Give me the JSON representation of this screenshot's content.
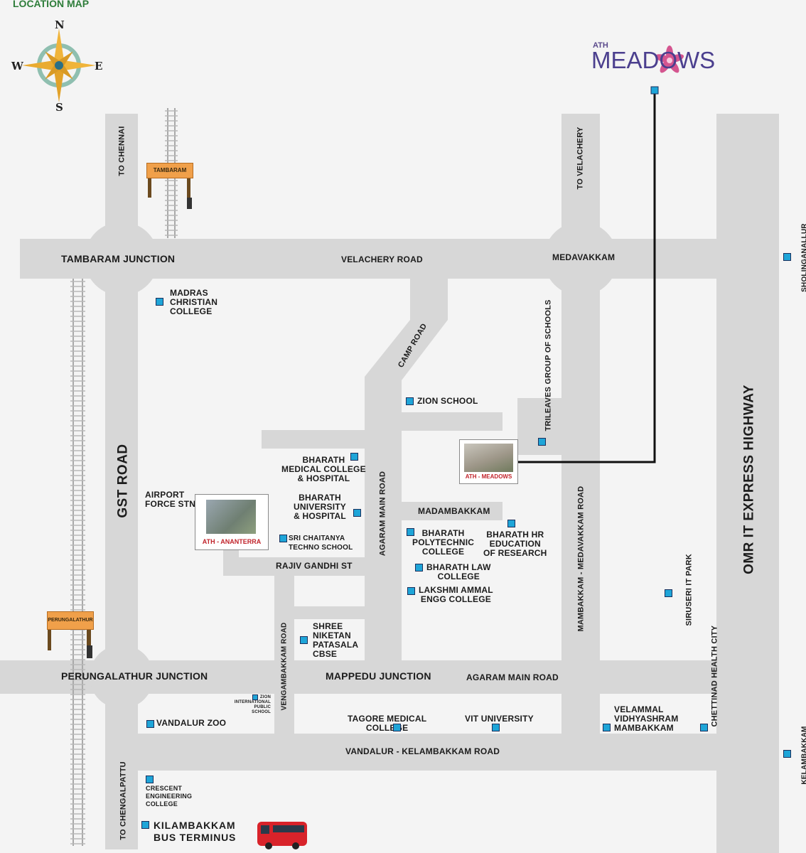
{
  "header": {
    "title": "LOCATION MAP"
  },
  "logo": {
    "prefix": "ATH",
    "name": "MEADOWS"
  },
  "compass": {
    "n": "N",
    "s": "S",
    "e": "E",
    "w": "W"
  },
  "signs": {
    "tambaram": "TAMBARAM",
    "perungalathur": "PERUNGALATHUR"
  },
  "roads": {
    "to_chennai": "TO CHENNAI",
    "to_velachery": "TO VELACHERY",
    "tambaram_junction": "TAMBARAM JUNCTION",
    "velachery_road": "VELACHERY ROAD",
    "medavakkam": "MEDAVAKKAM",
    "camp_road": "CAMP ROAD",
    "gst_road": "GST ROAD",
    "omr": "OMR IT EXPRESS HIGHWAY",
    "agaram_main_road_v": "AGARAM MAIN ROAD",
    "madambakkam": "MADAMBAKKAM",
    "mambakkam_medavakkam_road": "MAMBAKKAM - MEDAVAKKAM ROAD",
    "rajiv_gandhi_st": "RAJIV GANDHI ST",
    "vengambakkam_road": "VENGAMBAKKAM  ROAD",
    "perungalathur_junction": "PERUNGALATHUR JUNCTION",
    "mappedu_junction": "MAPPEDU JUNCTION",
    "agaram_main_road_h": "AGARAM MAIN ROAD",
    "vandalur_kelambakkam_road": "VANDALUR - KELAMBAKKAM ROAD",
    "to_chengalpattu": "TO CHENGALPATTU",
    "sholinganallur": "SHOLINGANALLUR",
    "kelambakkam": "KELAMBAKKAM"
  },
  "places": {
    "madras_christian_college": "MADRAS\nCHRISTIAN\nCOLLEGE",
    "zion_school": "ZION SCHOOL",
    "trileaves": "TRILEAVES GROUP\nOF SCHOOLS",
    "bharath_medical": "BHARATH\nMEDICAL COLLEGE\n& HOSPITAL",
    "bharath_university": "BHARATH\nUNIVERSITY\n& HOSPITAL",
    "airport_force": "AIRPORT\nFORCE STN",
    "sri_chaitanya": "SRI CHAITANYA\nTECHNO SCHOOL",
    "bharath_polytechnic": "BHARATH\nPOLYTECHNIC\nCOLLEGE",
    "bharath_hr": "BHARATH HR\nEDUCATION\nOF RESEARCH",
    "bharath_law": "BHARATH LAW\nCOLLEGE",
    "lakshmi_ammal": "LAKSHMI AMMAL\nENGG COLLEGE",
    "siruseri": "SIRUSERI\nIT PARK",
    "shree_niketan": "SHREE\nNIKETAN\nPATASALA\nCBSE",
    "zion_international": "ZION\nINTERNATIONAL\nPUBLIC SCHOOL",
    "chettinad": "CHETTINAD\nHEALTH CITY",
    "vandalur_zoo": "VANDALUR ZOO",
    "tagore_medical": "TAGORE MEDICAL\nCOLLEGE",
    "vit_university": "VIT UNIVERSITY",
    "velammal": "VELAMMAL\nVIDHYASHRAM\nMAMBAKKAM",
    "crescent": "CRESCENT\nENGINEERING\nCOLLEGE",
    "kilambakkam": "KILAMBAKKAM\nBUS TERMINUS"
  },
  "projects": {
    "meadows": "ATH - MEADOWS",
    "ananterra": "ATH - ANANTERRA"
  },
  "colors": {
    "road": "#d7d7d7",
    "background": "#f4f4f4",
    "marker": "#1ea5d8",
    "pin_line": "#111111",
    "title": "#2e7d3a",
    "brand": "#4b3f8e",
    "flower": "#d4558f"
  },
  "icons": [
    "compass-rose-icon",
    "railway-track-icon",
    "station-sign-icon",
    "bus-icon",
    "flower-logo-icon"
  ]
}
